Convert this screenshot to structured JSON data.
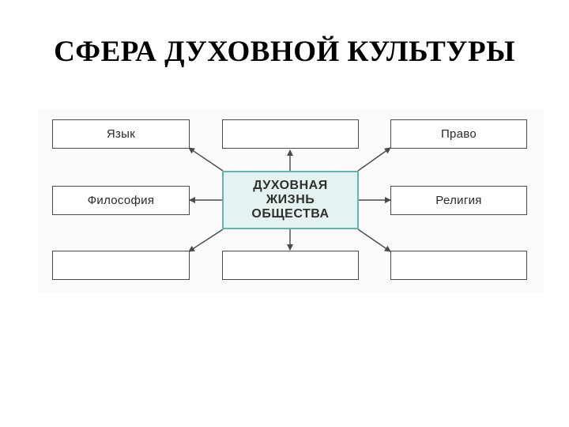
{
  "title": "СФЕРА ДУХОВНОЙ КУЛЬТУРЫ",
  "diagram": {
    "center": {
      "lines": [
        "ДУХОВНАЯ",
        "ЖИЗНЬ",
        "ОБЩЕСТВА"
      ],
      "border_color": "#66b3ad",
      "fill_color": "#e4f2f1"
    },
    "boxes": {
      "top_left": "Язык",
      "top_middle": "",
      "top_right": "Право",
      "middle_left": "Философия",
      "middle_right": "Религия",
      "bottom_left": "",
      "bottom_middle": "",
      "bottom_right": ""
    }
  }
}
